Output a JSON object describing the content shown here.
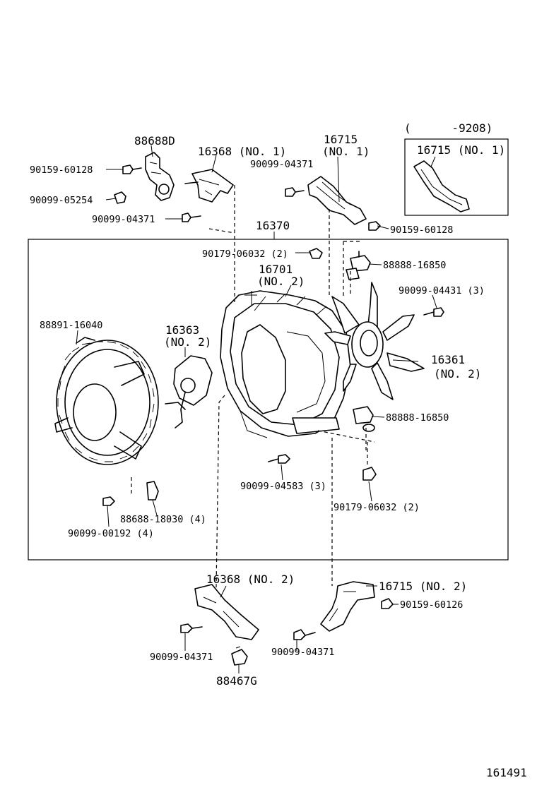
{
  "labels": {
    "p_88688D": "88688D",
    "p_16368_no1": "16368 (NO. 1)",
    "p_16715_top": "16715",
    "p_16715_top_no": "(NO. 1)",
    "p_range": "(      -9208)",
    "p_16715_inset": "16715 (NO. 1)",
    "p_90159_60128_a": "90159-60128",
    "p_90099_05254": "90099-05254",
    "p_90099_04371_a": "90099-04371",
    "p_90099_04371_b": "90099-04371",
    "p_90159_60128_b": "90159-60128",
    "p_16370": "16370",
    "p_90179_06032_top": "90179-06032 (2)",
    "p_16701": "16701",
    "p_16701_no": "(NO. 2)",
    "p_88888_16850_a": "88888-16850",
    "p_90099_04431": "90099-04431 (3)",
    "p_88891_16040": "88891-16040",
    "p_16363": "16363",
    "p_16363_no": "(NO. 2)",
    "p_16361": "16361",
    "p_16361_no": "(NO. 2)",
    "p_88888_16850_b": "88888-16850",
    "p_90099_04583": "90099-04583 (3)",
    "p_90179_06032_bot": "90179-06032 (2)",
    "p_88688_18030": "88688-18030 (4)",
    "p_90099_00192": "90099-00192 (4)",
    "p_16368_no2": "16368 (NO. 2)",
    "p_16715_no2": "16715 (NO. 2)",
    "p_90159_60126": "90159-60126",
    "p_90099_04371_c": "90099-04371",
    "p_90099_04371_d": "90099-04371",
    "p_88467G": "88467G",
    "figure_number": "161491"
  }
}
